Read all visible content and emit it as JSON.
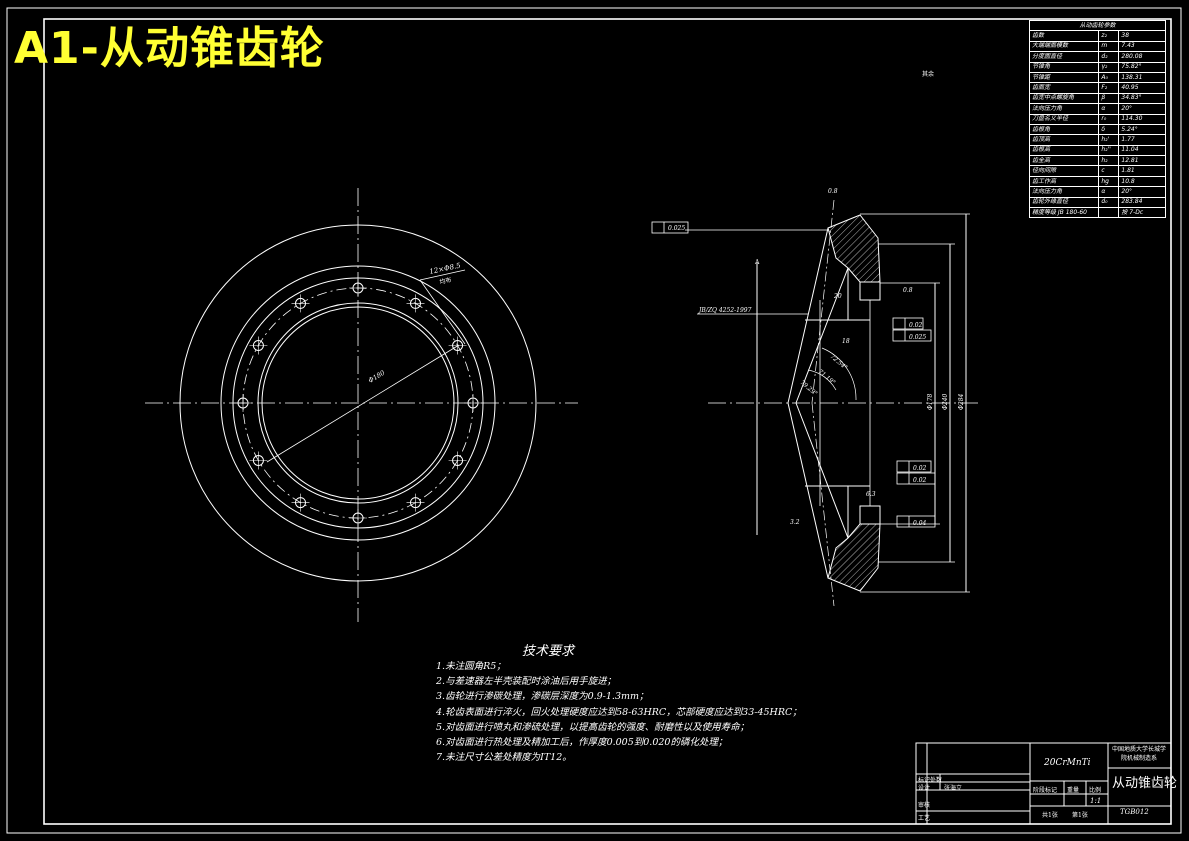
{
  "title_banner": "A1-从动锥齿轮",
  "param_table": {
    "heading": "从动齿轮参数",
    "rows": [
      {
        "name": "齿数",
        "sym": "z₂",
        "val": "38"
      },
      {
        "name": "大端端面模数",
        "sym": "m",
        "val": "7.43"
      },
      {
        "name": "分度圆直径",
        "sym": "d₂",
        "val": "280.08"
      },
      {
        "name": "节锥角",
        "sym": "γ₂",
        "val": "75.82°"
      },
      {
        "name": "节锥距",
        "sym": "A₀",
        "val": "138.31"
      },
      {
        "name": "齿面宽",
        "sym": "F₂",
        "val": "40.95"
      },
      {
        "name": "齿宽中点螺旋角",
        "sym": "β",
        "val": "34.83°"
      },
      {
        "name": "法向压力角",
        "sym": "α",
        "val": "20°"
      },
      {
        "name": "刀盘名义半径",
        "sym": "r₀",
        "val": "114.30"
      },
      {
        "name": "齿根角",
        "sym": "δ",
        "val": "5.24°"
      },
      {
        "name": "齿顶高",
        "sym": "h₂'",
        "val": "1.77"
      },
      {
        "name": "齿根高",
        "sym": "h₂''",
        "val": "11.04"
      },
      {
        "name": "齿全高",
        "sym": "h₂",
        "val": "12.81"
      },
      {
        "name": "径向间隙",
        "sym": "c",
        "val": "1.81"
      },
      {
        "name": "齿工作高",
        "sym": "hg",
        "val": "10.8"
      },
      {
        "name": "法向压力角",
        "sym": "α",
        "val": "20°"
      },
      {
        "name": "齿轮外缘直径",
        "sym": "d₀",
        "val": "283.84"
      },
      {
        "name": "精度等级 JB 180-60",
        "sym": "",
        "val": "按 7-Dc"
      }
    ]
  },
  "tech_requirements": {
    "title": "技术要求",
    "items": [
      "1.未注圆角R5；",
      "2.与差速器左半壳装配时涂油后用手旋进；",
      "3.齿轮进行渗碳处理，渗碳层深度为0.9-1.3mm；",
      "4.轮齿表面进行淬火，回火处理硬度应达到58-63HRC，芯部硬度应达到33-45HRC；",
      "5.对齿面进行喷丸和渗硫处理，以提高齿轮的强度、耐磨性以及使用寿命；",
      "6.对齿面进行热处理及精加工后，作厚度0.005到0.020的磷化处理；",
      "7.未注尺寸公差处精度为IT12。"
    ]
  },
  "front_view": {
    "bolt_note_1": "12×Φ8.5",
    "bolt_note_2": "均布",
    "pcd_label": "Φ180"
  },
  "section_view": {
    "runout_tol": "0.025",
    "standard_label": "JB/ZQ 4252-1997",
    "dim_20": "20",
    "dim_18": "18",
    "angle_1": "72.54°",
    "angle_2": "71.19°",
    "angle_3": "79.29°",
    "flat_tol": "0.02",
    "perp_tol": "0.025",
    "flat_tol_2": "0.02",
    "perp_tol_2": "0.02",
    "perp_tol_3": "0.04",
    "dia_1": "Φ178",
    "dia_2": "Φ240",
    "dia_3": "Φ284",
    "rough_1": "0.8",
    "rough_2": "6.3",
    "rough_3": "3.2",
    "rough_4": "0.8",
    "datum": "A",
    "other_mark": "其余"
  },
  "title_block": {
    "material": "20CrMnTi",
    "company": "中国地质大学长城学院机械制造系",
    "part_name": "从动锥齿轮",
    "scale": "1:1",
    "drawing_no": "TGB012",
    "label_mark": "标记",
    "label_count": "处数",
    "label_designer": "设计",
    "label_date_person": "张海立",
    "label_stage": "阶段标记",
    "label_weight": "重量",
    "label_ratio": "比例",
    "label_audit": "审核",
    "label_craft": "工艺",
    "sheets_total": "共1张",
    "sheet_no": "第1张"
  }
}
